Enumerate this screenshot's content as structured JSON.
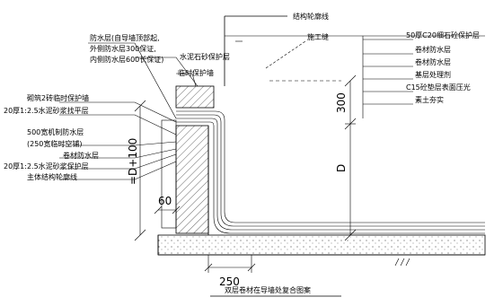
{
  "title": "双层卷材在导墙处复合图案",
  "left_labels": {
    "waterproof_note_1": "防水层(自导墙顶部起,",
    "waterproof_note_2": "外侧防水层300保证,",
    "waterproof_note_3": "内侧防水层600长保证)",
    "brick_wall": "砌筑2砖临时保护墙",
    "mortar_layer": "20厚1:2.5水泥砂浆找平层",
    "brick_spec_1": "500宽机制防水层",
    "brick_spec_2": "(250宽临时空铺)",
    "coil_layer": "卷材防水层",
    "mortar_protect": "20厚1:2.5水泥砂浆保护层",
    "structure_line": "主体结构轮廓线"
  },
  "top_labels": {
    "structure_outline": "结构轮廓线",
    "construction_joint": "施工缝",
    "cement_protect": "水泥石砂保护层",
    "temp_wall": "临时保护墙"
  },
  "right_labels": [
    "50厚C20细石砼保护层",
    "卷材防水层",
    "卷材防水层",
    "基层处理剂",
    "C15砼垫层表面压光",
    "素土夯实"
  ],
  "dimensions": {
    "d300": "300",
    "d_depth": "D",
    "d_plus": "=D+100",
    "d60": "60",
    "d250": "250"
  }
}
